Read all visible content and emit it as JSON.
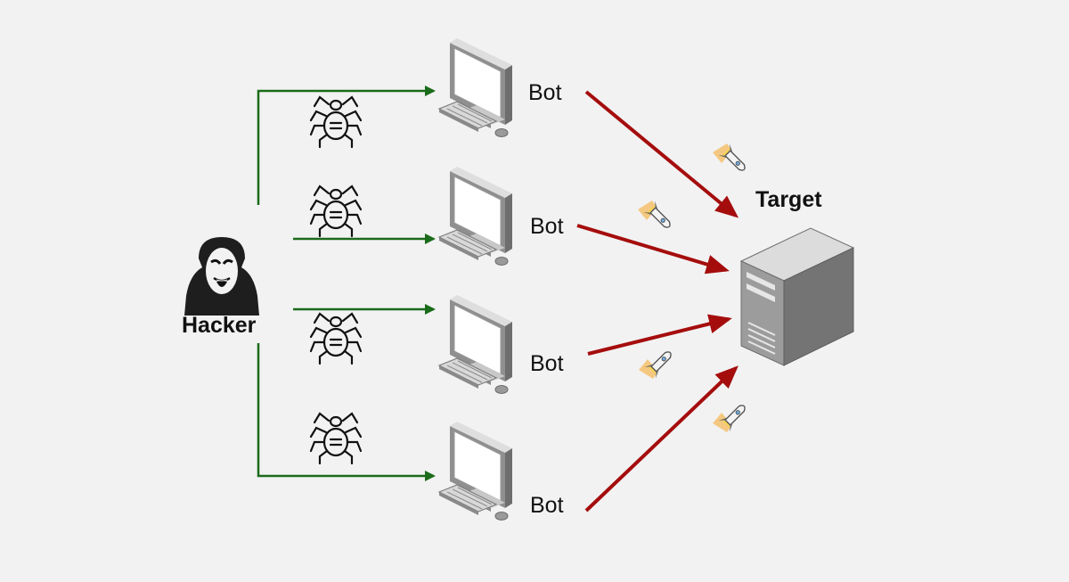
{
  "hacker": {
    "label": "Hacker",
    "icon": "hacker-mask-icon"
  },
  "bots": [
    {
      "label": "Bot",
      "icon": "desktop-computer-icon",
      "payload_icon": "spider-icon"
    },
    {
      "label": "Bot",
      "icon": "desktop-computer-icon",
      "payload_icon": "spider-icon"
    },
    {
      "label": "Bot",
      "icon": "desktop-computer-icon",
      "payload_icon": "spider-icon"
    },
    {
      "label": "Bot",
      "icon": "desktop-computer-icon",
      "payload_icon": "spider-icon"
    }
  ],
  "target": {
    "label": "Target",
    "icon": "server-tower-icon"
  },
  "attack_icon": "rocket-icon",
  "colors": {
    "background": "#f2f2f2",
    "infect_arrow": "#1a6b1a",
    "attack_arrow": "#a50d0d"
  }
}
